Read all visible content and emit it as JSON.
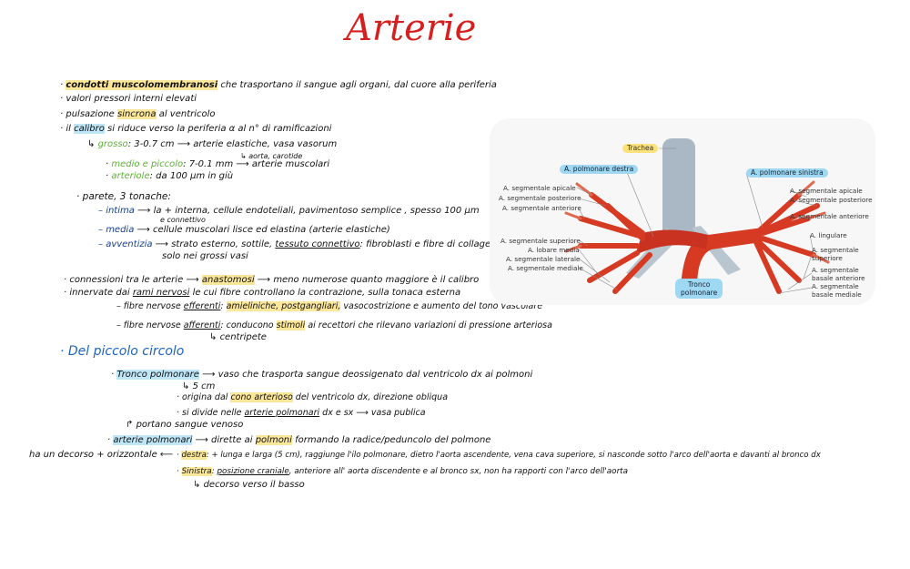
{
  "title": "Arterie",
  "notes": {
    "l1_hl": "condotti muscolomembranosi",
    "l1_rest": " che trasportano il sangue agli organi, dal cuore alla periferia",
    "l2": "valori pressori interni elevati",
    "l3_a": "pulsazione ",
    "l3_hl": "sincrona",
    "l3_b": " al ventricolo",
    "l4_a": "il ",
    "l4_hl": "calibro",
    "l4_b": " si riduce verso la periferia  α al n° di ramificazioni",
    "grosso_label": "grosso",
    "grosso_rest": ": 3-0.7 cm ⟶ arterie elastiche, vasa vasorum",
    "grosso_sub": "aorta, carotide",
    "medio_label": "medio e piccolo",
    "medio_rest": ": 7-0.1 mm ⟶ arterie muscolari",
    "arteriole_label": "arteriole",
    "arteriole_rest": ": da 100 µm in giù",
    "parete": "· parete, 3 tonache:",
    "intima_label": "intima",
    "intima_rest": " ⟶ la + interna, cellule endoteliali, pavimentoso semplice , spesso 100 µm",
    "intima_sub": "e   connettivo",
    "media_label": "media",
    "media_rest": " ⟶ cellule muscolari lisce ed elastina  (arterie elastiche)",
    "avventizia_label": "avventizia",
    "avventizia_a": " ⟶ strato esterno, sottile, ",
    "avventizia_ul": "tessuto connettivo",
    "avventizia_b": ": fibroblasti e fibre di collagene",
    "avventizia_sub": "solo nei grossi vasi",
    "conn_a": "· connessioni tra le arterie ⟶ ",
    "conn_hl": "anastomosi",
    "conn_b": " ⟶ meno numerose quanto maggiore è il calibro",
    "inn_a": "· innervate dai ",
    "inn_ul": "rami nervosi",
    "inn_b": " le cui fibre controllano la contrazione, sulla tonaca esterna",
    "eff_a": "– fibre nervose ",
    "eff_ul": "efferenti",
    "eff_b": ": ",
    "eff_hl": "amieliniche, postgangliari,",
    "eff_c": " vasocostrizione e aumento del tono vascolare",
    "aff_a": "– fibre nervose ",
    "aff_ul": "afferenti",
    "aff_b": ": conducono ",
    "aff_hl": "stimoli",
    "aff_c": " ai recettori che rilevano variazioni di pressione arteriosa",
    "aff_sub": "centripete",
    "section": "· Del piccolo circolo",
    "tronco_hl": "Tronco polmonare",
    "tronco_rest": " ⟶ vaso che trasporta sangue deossigenato dal ventricolo dx ai polmoni",
    "tronco_sub": "5 cm",
    "origina_a": "· origina dal ",
    "origina_hl": "cono arterioso",
    "origina_b": " del ventricolo dx, direzione obliqua",
    "divide_a": "· si divide nelle ",
    "divide_ul": "arterie polmonari",
    "divide_b": " dx e sx ⟶ vasa publica",
    "portano": "portano sangue venoso",
    "ap_hl": "arterie polmonari",
    "ap_a": " ⟶ dirette ai ",
    "ap_hl2": "polmoni",
    "ap_b": " formando la radice/peduncolo del polmone",
    "decorso_left": "ha un decorso + orizzontale",
    "destra_hl": "destra",
    "destra_rest": ": + lunga e larga (5 cm), raggiunge l'ilo polmonare, dietro l'aorta ascendente, vena cava superiore, si nasconde sotto l'arco dell'aorta e davanti al bronco dx",
    "sinistra_hl": "Sinistra",
    "sinistra_a": ": ",
    "sinistra_ul": "posizione craniale",
    "sinistra_b": ", anteriore all' aorta discendente e al bronco sx, non ha rapporti con l'arco dell'aorta",
    "decorso_basso": "decorso verso il basso"
  },
  "figure": {
    "trachea": "Trachea",
    "ap_destra": "A. polmonare destra",
    "ap_sinistra": "A. polmonare sinistra",
    "tronco": "Tronco\npolmonare",
    "left_labels": [
      "A. segmentale apicale",
      "A. segmentale posteriore",
      "A. segmentale anteriore",
      "A. segmentale superiore",
      "A. lobare media",
      "A. segmentale laterale",
      "A. segmentale mediale"
    ],
    "right_labels": [
      "A. segmentale apicale",
      "A. segmentale posteriore",
      "A. segmentale anteriore",
      "A. lingulare",
      "A. segmentale\nsuperiore",
      "A. segmentale\nbasale anteriore",
      "A. segmentale\nbasale mediale"
    ],
    "colors": {
      "artery": "#d63a22",
      "trachea": "#a9b8c4",
      "highlight_yellow": "#fbe79a",
      "highlight_blue": "#bfe6f7",
      "title": "#d62020"
    }
  }
}
